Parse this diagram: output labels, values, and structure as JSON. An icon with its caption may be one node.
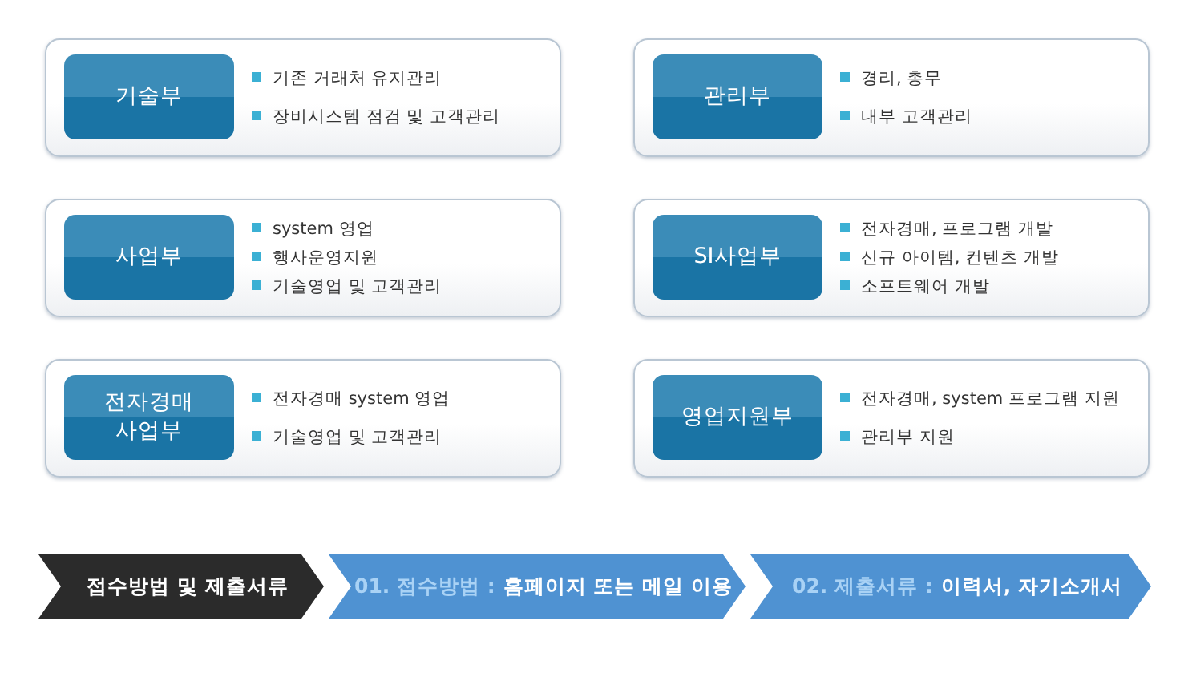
{
  "diagram": {
    "nodes": [
      {
        "text": [
          "기존 거래처 유지관리",
          "장비시스템 점검 및 고객관리"
        ]
      },
      {
        "text": [
          "기술부"
        ],
        "in": 0
      },
      {
        "text": [
          "경리, 총무",
          "내부 고객관리"
        ]
      },
      {
        "text": [
          "관리부"
        ],
        "in": 2
      },
      {
        "text": [
          "system 영업",
          "행사운영지원",
          "기술영업 및 고객관리"
        ]
      },
      {
        "text": [
          "사업부"
        ],
        "in": 4
      },
      {
        "text": [
          "전자경매, 프로그램 개발",
          "신규 아이템, 컨텐츠 개발",
          "소프트웨어 개발"
        ]
      },
      {
        "text": [
          "SI사업부"
        ],
        "in": 6
      },
      {
        "text": [
          "전자경매 system 영업",
          "기술영업 및 고객관리"
        ]
      },
      {
        "text": [
          "전자경매 사업부"
        ],
        "in": 8
      },
      {
        "text": [
          "전자경매, system 프로그램 지원",
          "관리부 지원"
        ]
      },
      {
        "text": [
          "영업지원부"
        ],
        "in": 10
      },
      {
        "text": [
          "접수방법 및 제출서류"
        ]
      },
      {
        "text": [
          "01. 접수방법 :",
          "홈페이지 또는 메일 이용"
        ]
      },
      {
        "text": [
          "02. 제출서류 :",
          "이력서, 자기소개서"
        ]
      }
    ]
  }
}
